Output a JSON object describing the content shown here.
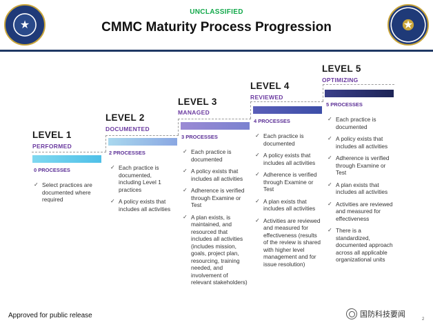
{
  "header": {
    "classification": "UNCLASSIFIED",
    "title": "CMMC Maturity Process Progression"
  },
  "levels": [
    {
      "heading": "LEVEL 1",
      "subtitle": "PERFORMED",
      "processes": "0 PROCESSES",
      "items": [
        "Select practices are documented where required"
      ]
    },
    {
      "heading": "LEVEL 2",
      "subtitle": "DOCUMENTED",
      "processes": "2 PROCESSES",
      "items": [
        "Each practice is documented, including Level 1 practices",
        "A policy exists that includes all activities"
      ]
    },
    {
      "heading": "LEVEL 3",
      "subtitle": "MANAGED",
      "processes": "3 PROCESSES",
      "items": [
        "Each practice is documented",
        "A policy exists that includes all activities",
        "Adherence is verified through Examine or Test",
        "A plan exists, is maintained, and resourced that includes all activities (includes mission, goals, project plan, resourcing, training needed, and involvement of relevant stakeholders)"
      ]
    },
    {
      "heading": "LEVEL 4",
      "subtitle": "REVIEWED",
      "processes": "4 PROCESSES",
      "items": [
        "Each practice is documented",
        "A policy exists that includes all activities",
        "Adherence is verified through Examine or Test",
        "A plan exists that includes all activities",
        "Activities are reviewed and measured for effectiveness (results of the review is shared with higher level management and for issue resolution)"
      ]
    },
    {
      "heading": "LEVEL 5",
      "subtitle": "OPTIMIZING",
      "processes": "5 PROCESSES",
      "items": [
        "Each practice is documented",
        "A policy exists that includes all activities",
        "Adherence is verified through Examine or Test",
        "A plan exists that includes all activities",
        "Activities are reviewed and measured for effectiveness",
        "There is a standardized, documented approach across all applicable organizational units"
      ]
    }
  ],
  "footer": {
    "release": "Approved for public release",
    "page": "2",
    "watermark": "国防科技要闻"
  },
  "colors": {
    "classification": "#12a84a",
    "subtitle": "#6b3aa0",
    "rule": "#1f3864"
  },
  "icons": {
    "bullet": "check-icon",
    "seal_left": "seal-icon",
    "seal_right": "dod-seal-icon"
  }
}
